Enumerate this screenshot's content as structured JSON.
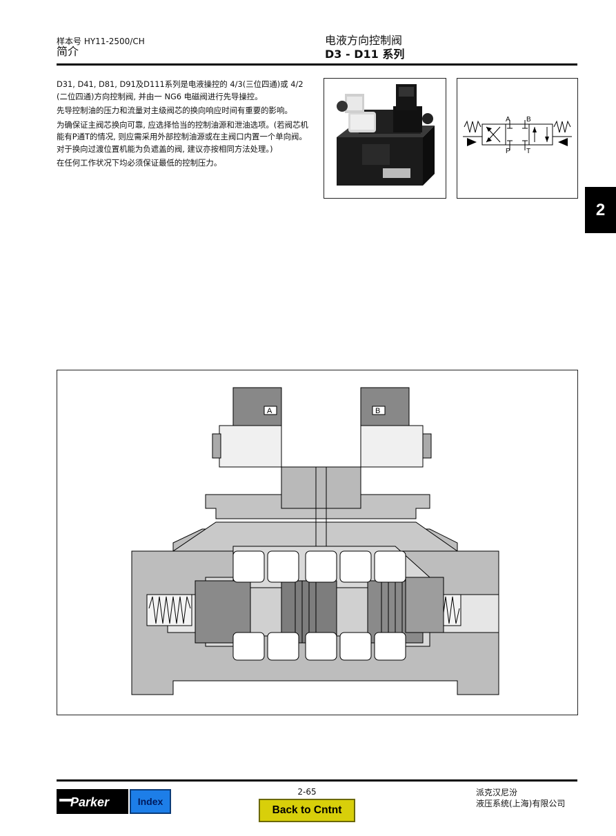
{
  "header": {
    "catalog_no": "样本号 HY11-2500/CH",
    "section": "简介",
    "product_title": "电液方向控制阀",
    "series": "D3 - D11 系列"
  },
  "body": {
    "paragraphs": [
      "D31, D41, D81, D91及D111系列是电液操控的 4/3(三位四通)或 4/2 (二位四通)方向控制阀, 并由一 NG6 电磁阀进行先导操控。",
      "先导控制油的压力和流量对主级阀芯的换向响应时间有重要的影响。",
      "为确保证主阀芯换向可靠, 应选择恰当的控制油源和泄油选项。(若阀芯机能有P通T的情况, 则应需采用外部控制油源或在主阀口内置一个单向阀。对于换向过渡位置机能为负遮盖的阀, 建议亦按相同方法处理。)",
      "在任何工作状况下均必须保证最低的控制压力。"
    ]
  },
  "symbol": {
    "A": "A",
    "B": "B",
    "P": "P",
    "T": "T"
  },
  "section_drawing": {
    "solenoid_a": "A",
    "solenoid_b": "B"
  },
  "chapter_tab": "2",
  "footer": {
    "logo_text": "Parker",
    "index_label": "Index",
    "page_number": "2-65",
    "back_label": "Back to Cntnt",
    "company_line1": "派克汉尼汾",
    "company_line2": "液压系统(上海)有限公司"
  }
}
